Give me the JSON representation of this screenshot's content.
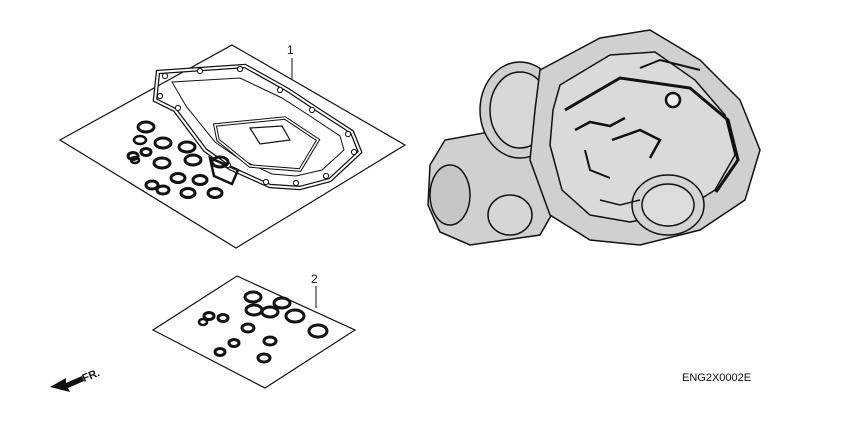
{
  "callouts": [
    {
      "number": "1"
    },
    {
      "number": "2"
    }
  ],
  "front_marker": {
    "label": "FR."
  },
  "diagram_code": "ENG2X0002E",
  "colors": {
    "line": "#111111",
    "engine_fill": "#d0d0d0",
    "background": "#ffffff"
  }
}
